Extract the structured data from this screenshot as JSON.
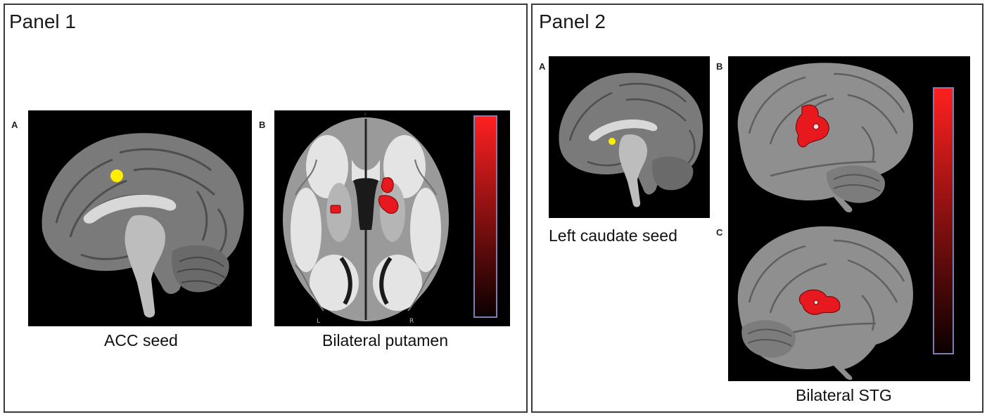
{
  "panel1": {
    "title": "Panel 1",
    "figA": {
      "letter": "A",
      "caption": "ACC seed"
    },
    "figB": {
      "letter": "B",
      "caption": "Bilateral putamen",
      "left_marker": "L",
      "right_marker": "R"
    }
  },
  "panel2": {
    "title": "Panel 2",
    "figA": {
      "letter": "A",
      "caption": "Left caudate seed"
    },
    "figB": {
      "letter": "B"
    },
    "figC": {
      "letter": "C"
    },
    "caption": "Bilateral STG"
  },
  "colors": {
    "background": "#000000",
    "seed": "#ffee00",
    "activation": "#e8191e",
    "scale_top": "#ff2020",
    "scale_bottom": "#0a0000",
    "brain_gray": "#8a8a8a",
    "white_matter": "#e6e6e6",
    "frame": "#3a3a3a",
    "scale_border": "#7d7fb0"
  }
}
